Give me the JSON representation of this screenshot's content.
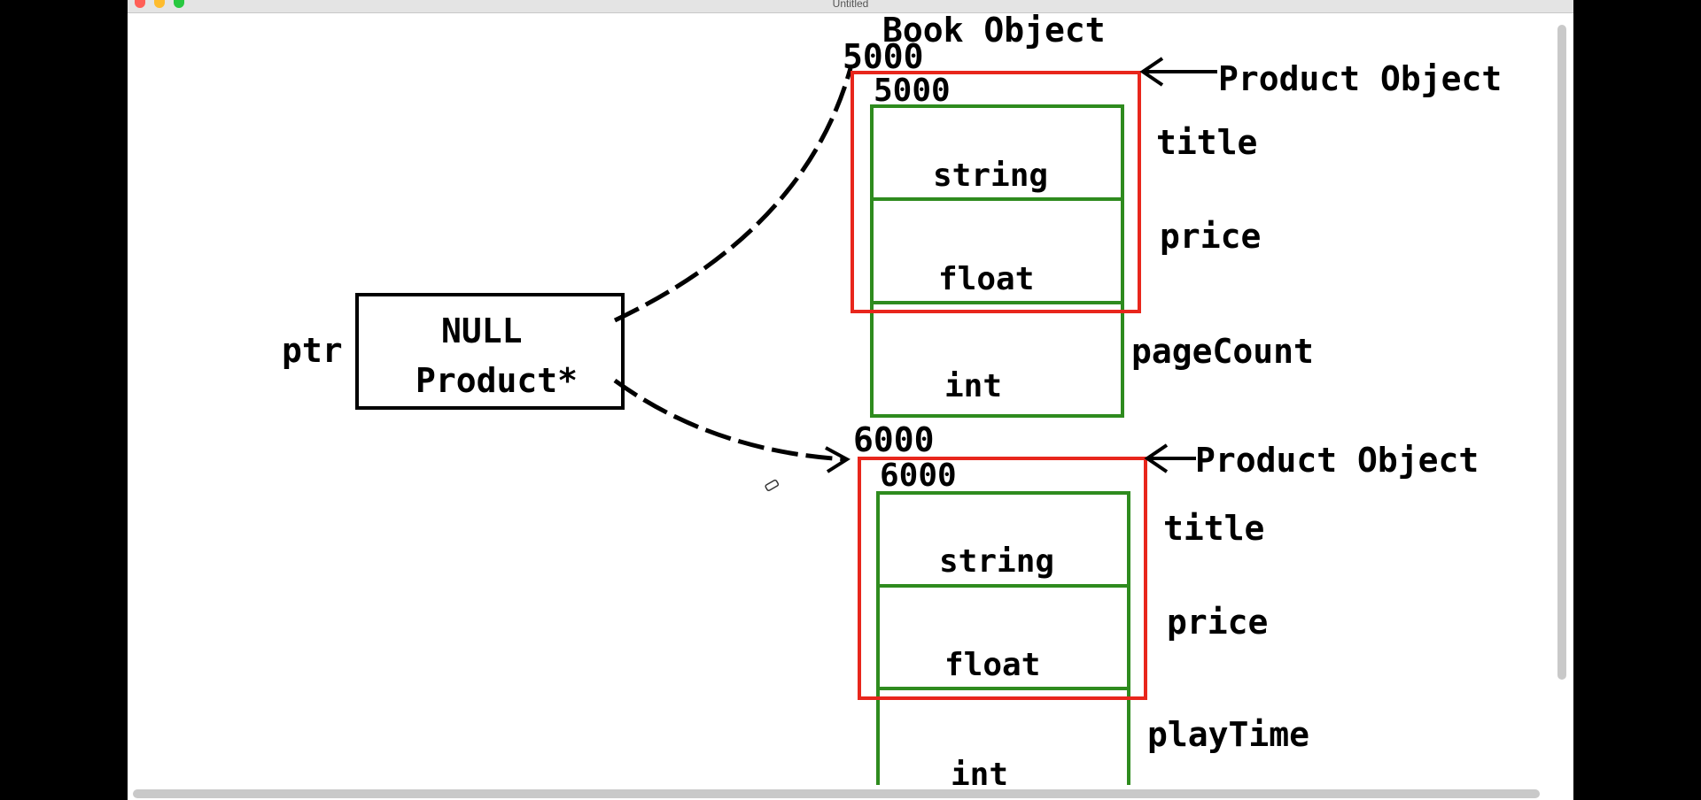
{
  "window": {
    "title": "Untitled"
  },
  "diagram": {
    "colors": {
      "outer_box": "#e8261c",
      "field_box": "#2e8b1e",
      "ink": "#000000"
    },
    "pointer": {
      "name": "ptr",
      "value": "NULL",
      "type": "Product*"
    },
    "book": {
      "heading": "Book Object",
      "address_outer": "5000",
      "address_inner": "5000",
      "product_label": "Product Object",
      "fields": [
        {
          "name": "title",
          "type": "string"
        },
        {
          "name": "price",
          "type": "float"
        },
        {
          "name": "pageCount",
          "type": "int"
        }
      ]
    },
    "second": {
      "address_outer": "6000",
      "address_inner": "6000",
      "product_label": "Product Object",
      "fields": [
        {
          "name": "title",
          "type": "string"
        },
        {
          "name": "price",
          "type": "float"
        },
        {
          "name": "playTime",
          "type": "int"
        }
      ]
    }
  }
}
